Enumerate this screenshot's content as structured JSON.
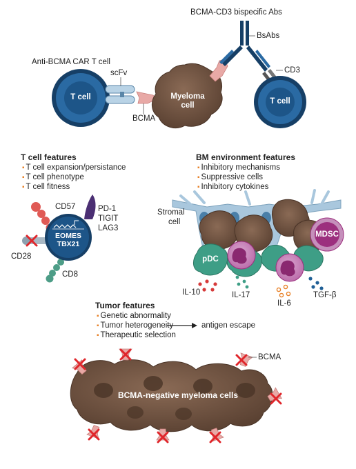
{
  "top": {
    "bispecific_title": "BCMA-CD3 bispecific Abs",
    "bsabs_label": "BsAbs",
    "cd3_label": "CD3",
    "car_title": "Anti-BCMA CAR T cell",
    "scfv_label": "scFv",
    "bcma_label": "BCMA",
    "tcell_left": "T cell",
    "tcell_right": "T cell",
    "myeloma_line1": "Myeloma",
    "myeloma_line2": "cell"
  },
  "tcell_features": {
    "heading": "T cell features",
    "items": [
      "T cell expansion/persistance",
      "T cell phenotype",
      "T cell fitness"
    ],
    "cd57": "CD57",
    "pd1": "PD-1",
    "tigit": "TIGIT",
    "lag3": "LAG3",
    "cd28": "CD28",
    "cd8": "CD8",
    "eomes": "EOMES",
    "tbx21": "TBX21"
  },
  "bm_features": {
    "heading": "BM environment features",
    "items": [
      "Inhibitory mechanisms",
      "Suppressive cells",
      "Inhibitory cytokines"
    ],
    "stromal_line1": "Stromal",
    "stromal_line2": "cell",
    "pdc": "pDC",
    "mdsc": "MDSC",
    "il10": "IL-10",
    "il17": "IL-17",
    "il6": "IL-6",
    "tgfb": "TGF-β"
  },
  "tumor_features": {
    "heading": "Tumor features",
    "items": [
      "Genetic abnormality",
      "Tumor heterogeneity",
      "Therapeutic selection"
    ],
    "escape": "antigen escape",
    "bcma_label": "BCMA",
    "cluster_label": "BCMA-negative myeloma cells"
  },
  "colors": {
    "tcell_blue": "#1f5f96",
    "tcell_ring": "#163f66",
    "myeloma_brown": "#6e5140",
    "bcma_pink": "#e8a9a6",
    "bullet_orange": "#e8822a",
    "pdc_teal": "#3e9e86",
    "mdsc_magenta": "#9c2f7e",
    "stromal_blue": "#a9c7dd",
    "cross_red": "#e0262b"
  }
}
